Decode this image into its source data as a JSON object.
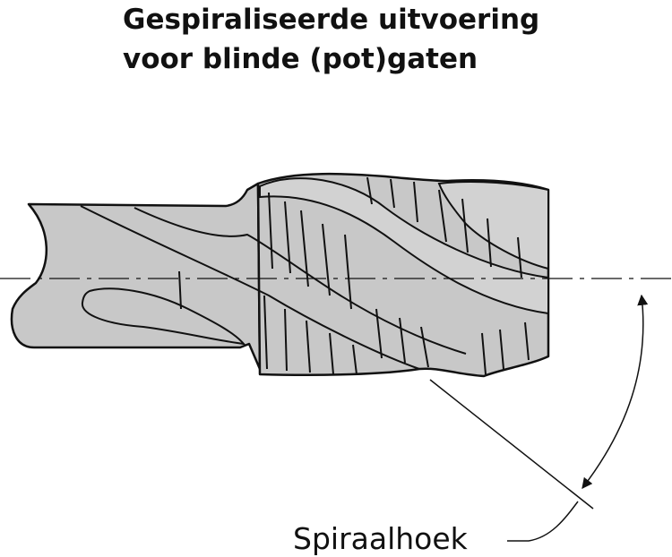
{
  "title": {
    "line1": "Gespiraliseerde uitvoering",
    "line2": "voor blinde (pot)gaten"
  },
  "annotation": {
    "label": "Spiraalhoek"
  },
  "colors": {
    "body_fill": "#c8c8c8",
    "outline": "#111111",
    "background": "#ffffff"
  }
}
